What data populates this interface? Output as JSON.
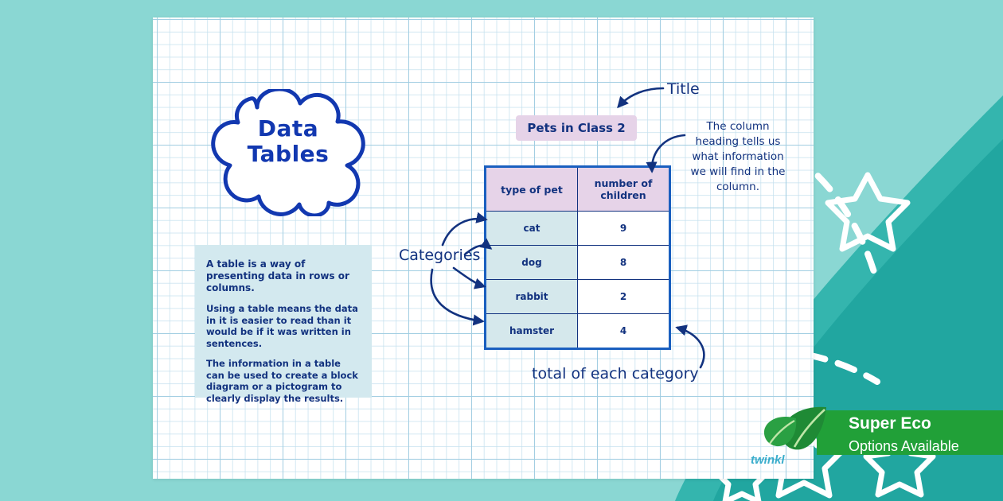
{
  "heading": {
    "line1": "Data",
    "line2": "Tables"
  },
  "info_box": {
    "paragraphs": [
      "A table is a way of presenting data in rows or columns.",
      "Using a table means the data in it is easier to read than it would be if it was written in sentences.",
      "The information in a table can be used to create a block diagram or a pictogram to clearly display the results."
    ]
  },
  "table": {
    "title": "Pets in Class 2",
    "headers": [
      "type of pet",
      "number of children"
    ],
    "rows": [
      {
        "category": "cat",
        "total": "9"
      },
      {
        "category": "dog",
        "total": "8"
      },
      {
        "category": "rabbit",
        "total": "2"
      },
      {
        "category": "hamster",
        "total": "4"
      }
    ]
  },
  "annotations": {
    "title_label": "Title",
    "column_heading_note": "The column heading tells us what information we will find in the column.",
    "categories_label": "Categories",
    "totals_label": "total of each category"
  },
  "branding": {
    "eco_line1": "Super Eco",
    "eco_line2": "Options Available",
    "watermark": "twinkl",
    "leaf_icon": "leaf-icon"
  },
  "chart_data": {
    "type": "table",
    "title": "Pets in Class 2",
    "categories": [
      "cat",
      "dog",
      "rabbit",
      "hamster"
    ],
    "values": [
      9,
      8,
      2,
      4
    ],
    "xlabel": "type of pet",
    "ylabel": "number of children"
  },
  "colors": {
    "background_teal": "#8ad7d3",
    "swoosh_teal": "#21a6a0",
    "navy_text": "#12327f",
    "heading_blue": "#1238b0",
    "header_pink": "#e6d3e8",
    "cell_blue": "#d5e8ec",
    "info_box_blue": "#d3e9ef",
    "eco_green": "#21a038"
  }
}
